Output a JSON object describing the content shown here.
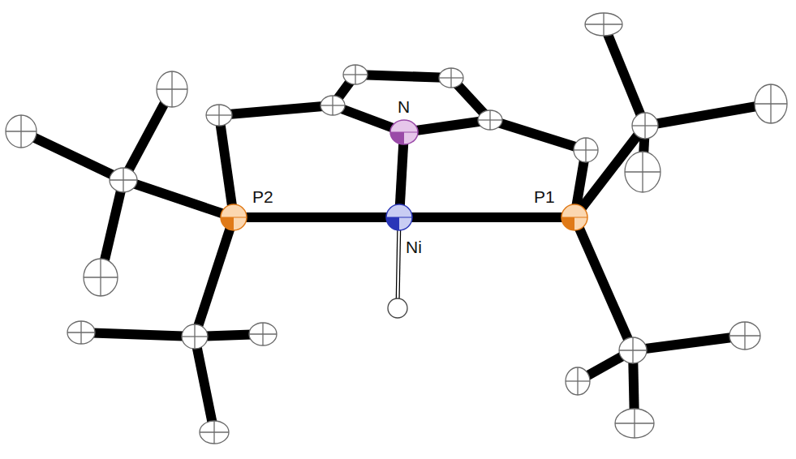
{
  "diagram": {
    "labels": [
      "N",
      "P2",
      "Ni",
      "P1"
    ]
  }
}
